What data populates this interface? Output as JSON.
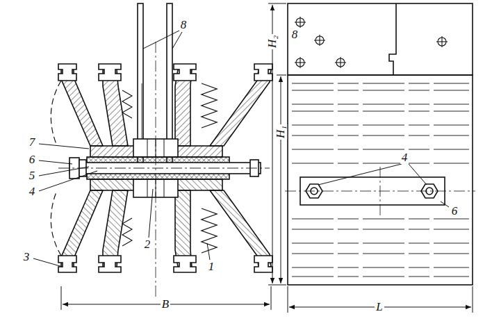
{
  "diagram": {
    "labels": [
      "8",
      "7",
      "6",
      "5",
      "4",
      "3",
      "2",
      "1",
      "B",
      "H₂",
      "8",
      "H₁",
      "4",
      "6",
      "L"
    ]
  }
}
